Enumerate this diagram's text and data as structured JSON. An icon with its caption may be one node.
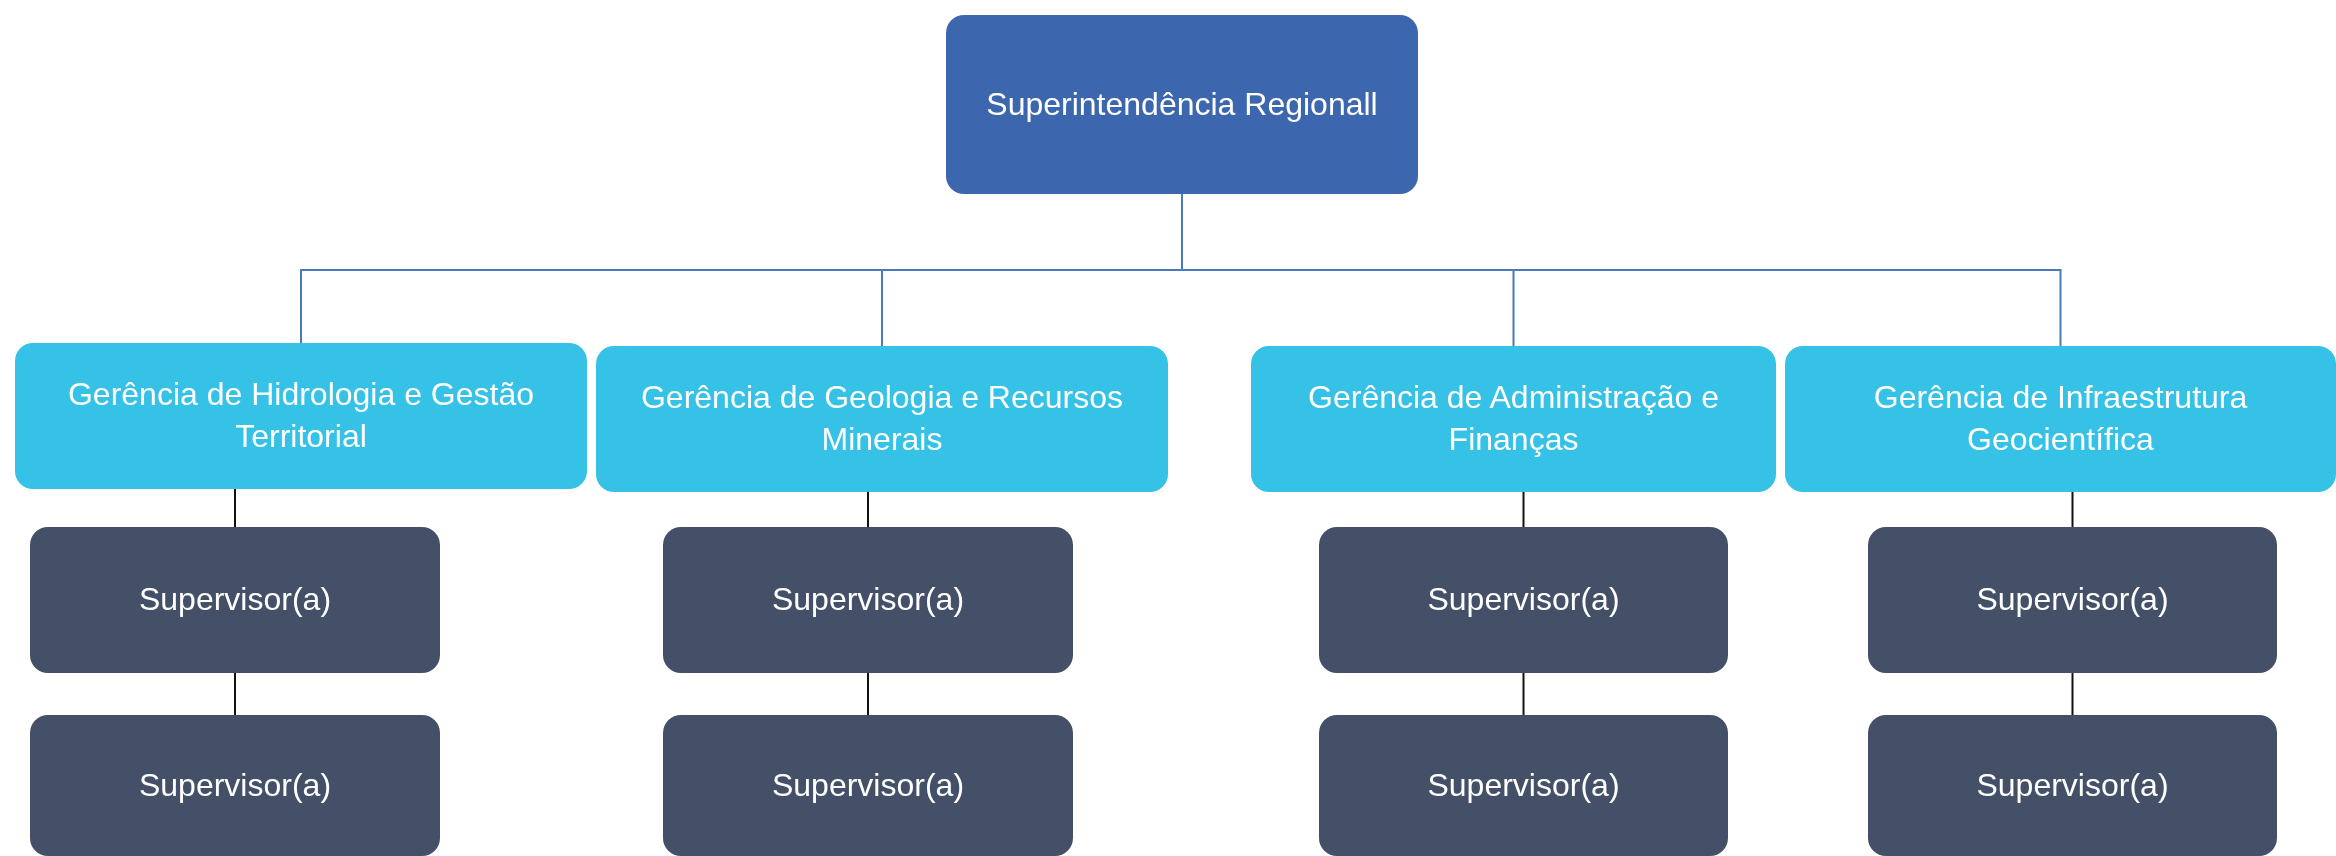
{
  "diagram": {
    "nodes": [
      {
        "text": [
          "Superintendência Regionall"
        ]
      },
      {
        "text": [
          "Gerência de Hidrologia e Gestão Territorial"
        ]
      },
      {
        "text": [
          "Gerência de Geologia e Recursos Minerais"
        ]
      },
      {
        "text": [
          "Gerência de Administração e Finanças"
        ]
      },
      {
        "text": [
          "Gerência de Infraestrutura Geocientífica"
        ]
      },
      {
        "text": [
          "Supervisor(a)"
        ]
      },
      {
        "text": [
          "Supervisor(a)"
        ]
      },
      {
        "text": [
          "Supervisor(a)"
        ]
      },
      {
        "text": [
          "Supervisor(a)"
        ]
      },
      {
        "text": [
          "Supervisor(a)"
        ]
      },
      {
        "text": [
          "Supervisor(a)"
        ]
      },
      {
        "text": [
          "Supervisor(a)"
        ]
      },
      {
        "text": [
          "Supervisor(a)"
        ]
      }
    ],
    "edges": [
      {
        "from": 0,
        "to": 1,
        "arrow": "none",
        "color": "#4a7ab8"
      },
      {
        "from": 0,
        "to": 2,
        "arrow": "none",
        "color": "#4a7ab8"
      },
      {
        "from": 0,
        "to": 3,
        "arrow": "none",
        "color": "#4a7ab8"
      },
      {
        "from": 0,
        "to": 4,
        "arrow": "none",
        "color": "#4a7ab8"
      },
      {
        "from": 1,
        "to": 5,
        "arrow": "none"
      },
      {
        "from": 5,
        "to": 6,
        "arrow": "none"
      },
      {
        "from": 2,
        "to": 7,
        "arrow": "none"
      },
      {
        "from": 7,
        "to": 8,
        "arrow": "none"
      },
      {
        "from": 3,
        "to": 9,
        "arrow": "none"
      },
      {
        "from": 9,
        "to": 10,
        "arrow": "none"
      },
      {
        "from": 4,
        "to": 11,
        "arrow": "none"
      },
      {
        "from": 11,
        "to": 12,
        "arrow": "none"
      }
    ]
  }
}
